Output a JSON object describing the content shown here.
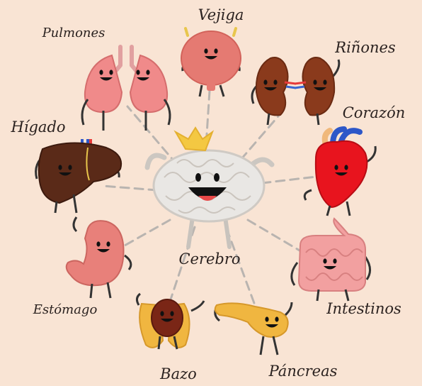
{
  "center": {
    "label": "Cerebro"
  },
  "organs": [
    {
      "key": "vejiga",
      "label": "Vejiga"
    },
    {
      "key": "pulmones",
      "label": "Pulmones"
    },
    {
      "key": "rinones",
      "label": "Riñones"
    },
    {
      "key": "corazon",
      "label": "Corazón"
    },
    {
      "key": "higado",
      "label": "Hígado"
    },
    {
      "key": "estomago",
      "label": "Estómago"
    },
    {
      "key": "intestinos",
      "label": "Intestinos"
    },
    {
      "key": "bazo",
      "label": "Bazo"
    },
    {
      "key": "pancreas",
      "label": "Páncreas"
    }
  ],
  "colors": {
    "background": "#f9e4d4",
    "connector": "#b9b4b0",
    "brain": "#e9e7e4",
    "crown": "#f4c842",
    "lungs": "#f08a8a",
    "bladder": "#e57a72",
    "kidneys": "#8a3a1c",
    "heart": "#e8141e",
    "liver": "#5a2a18",
    "stomach": "#e8807a",
    "intestines": "#f2a0a0",
    "spleen": "#7a2616",
    "pancreas": "#f0b640"
  }
}
